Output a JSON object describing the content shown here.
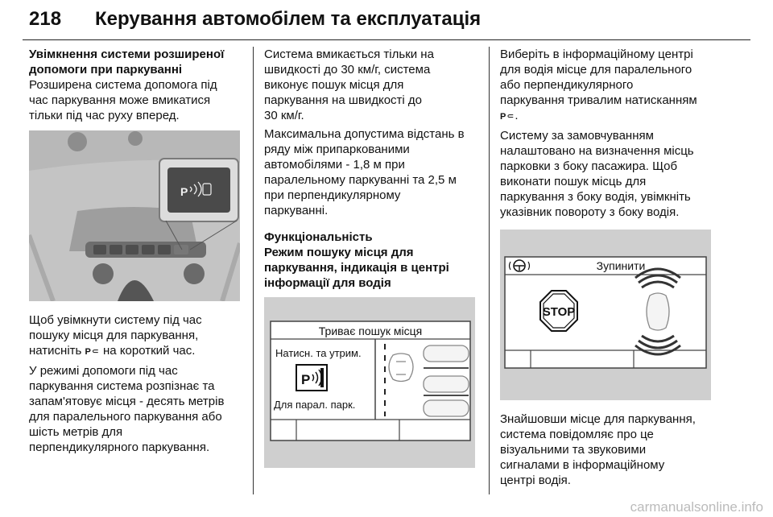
{
  "header": {
    "page_number": "218",
    "chapter_title": "Керування автомобілем та експлуатація"
  },
  "col1": {
    "heading_line1": "Увімкнення системи розширеної",
    "heading_line2": "допомоги при паркуванні",
    "p1_l1": "Розширена система допомога під",
    "p1_l2": "час паркування може вмикатися",
    "p1_l3": "тільки під час руху вперед.",
    "p2_l1": "Щоб увімкнути систему під час",
    "p2_l2": "пошуку місця для паркування,",
    "p2_l3": "натисніть ",
    "p2_l3b": " на короткий час.",
    "p3_l1": "У режимі допомоги під час",
    "p3_l2": "паркування система розпізнає та",
    "p3_l3": "запам'ятовує місця - десять метрів",
    "p3_l4": "для паралельного паркування або",
    "p3_l5": "шість метрів для",
    "p3_l6": "перпендикулярного паркування."
  },
  "col2": {
    "p1_l1": "Система вмикається тільки на",
    "p1_l2": "швидкості до 30 км/г, система",
    "p1_l3": "виконує пошук місця для",
    "p1_l4": "паркування на швидкості до",
    "p1_l5": "30 км/г.",
    "p2_l1": "Максимальна допустима відстань в",
    "p2_l2": "ряду між припаркованими",
    "p2_l3": "автомобілями - 1,8 м при",
    "p2_l4": "паралельному паркуванні та 2,5 м",
    "p2_l5": "при перпендикулярному",
    "p2_l6": "паркуванні.",
    "heading": "Функціональність",
    "sub_l1": "Режим пошуку місця для",
    "sub_l2": "паркування, індикація в центрі",
    "sub_l3": "інформації для водія",
    "display": {
      "title": "Триває пошук місця",
      "instruction": "Натисн. та утрим.",
      "mode": "Для парал. парк."
    }
  },
  "col3": {
    "p1_l1": "Виберіть в інформаційному центрі",
    "p1_l2": "для водія місце для паралельного",
    "p1_l3": "або перпендикулярного",
    "p1_l4": "паркування тривалим натисканням",
    "p1_l5": ".",
    "p2_l1": "Систему за замовчуванням",
    "p2_l2": "налаштовано на визначення місць",
    "p2_l3": "парковки з боку пасажира. Щоб",
    "p2_l4": "виконати пошук місць для",
    "p2_l5": "паркування з боку водія, увімкніть",
    "p2_l6": "указівник повороту з боку водія.",
    "display": {
      "title": "Зупинити",
      "stop": "STOP"
    },
    "p3_l1": "Знайшовши місце для паркування,",
    "p3_l2": "система повідомляє про це",
    "p3_l3": "візуальними та звуковими",
    "p3_l4": "сигналами в інформаційному",
    "p3_l5": "центрі водія."
  },
  "watermark": "carmanualsonline.info"
}
